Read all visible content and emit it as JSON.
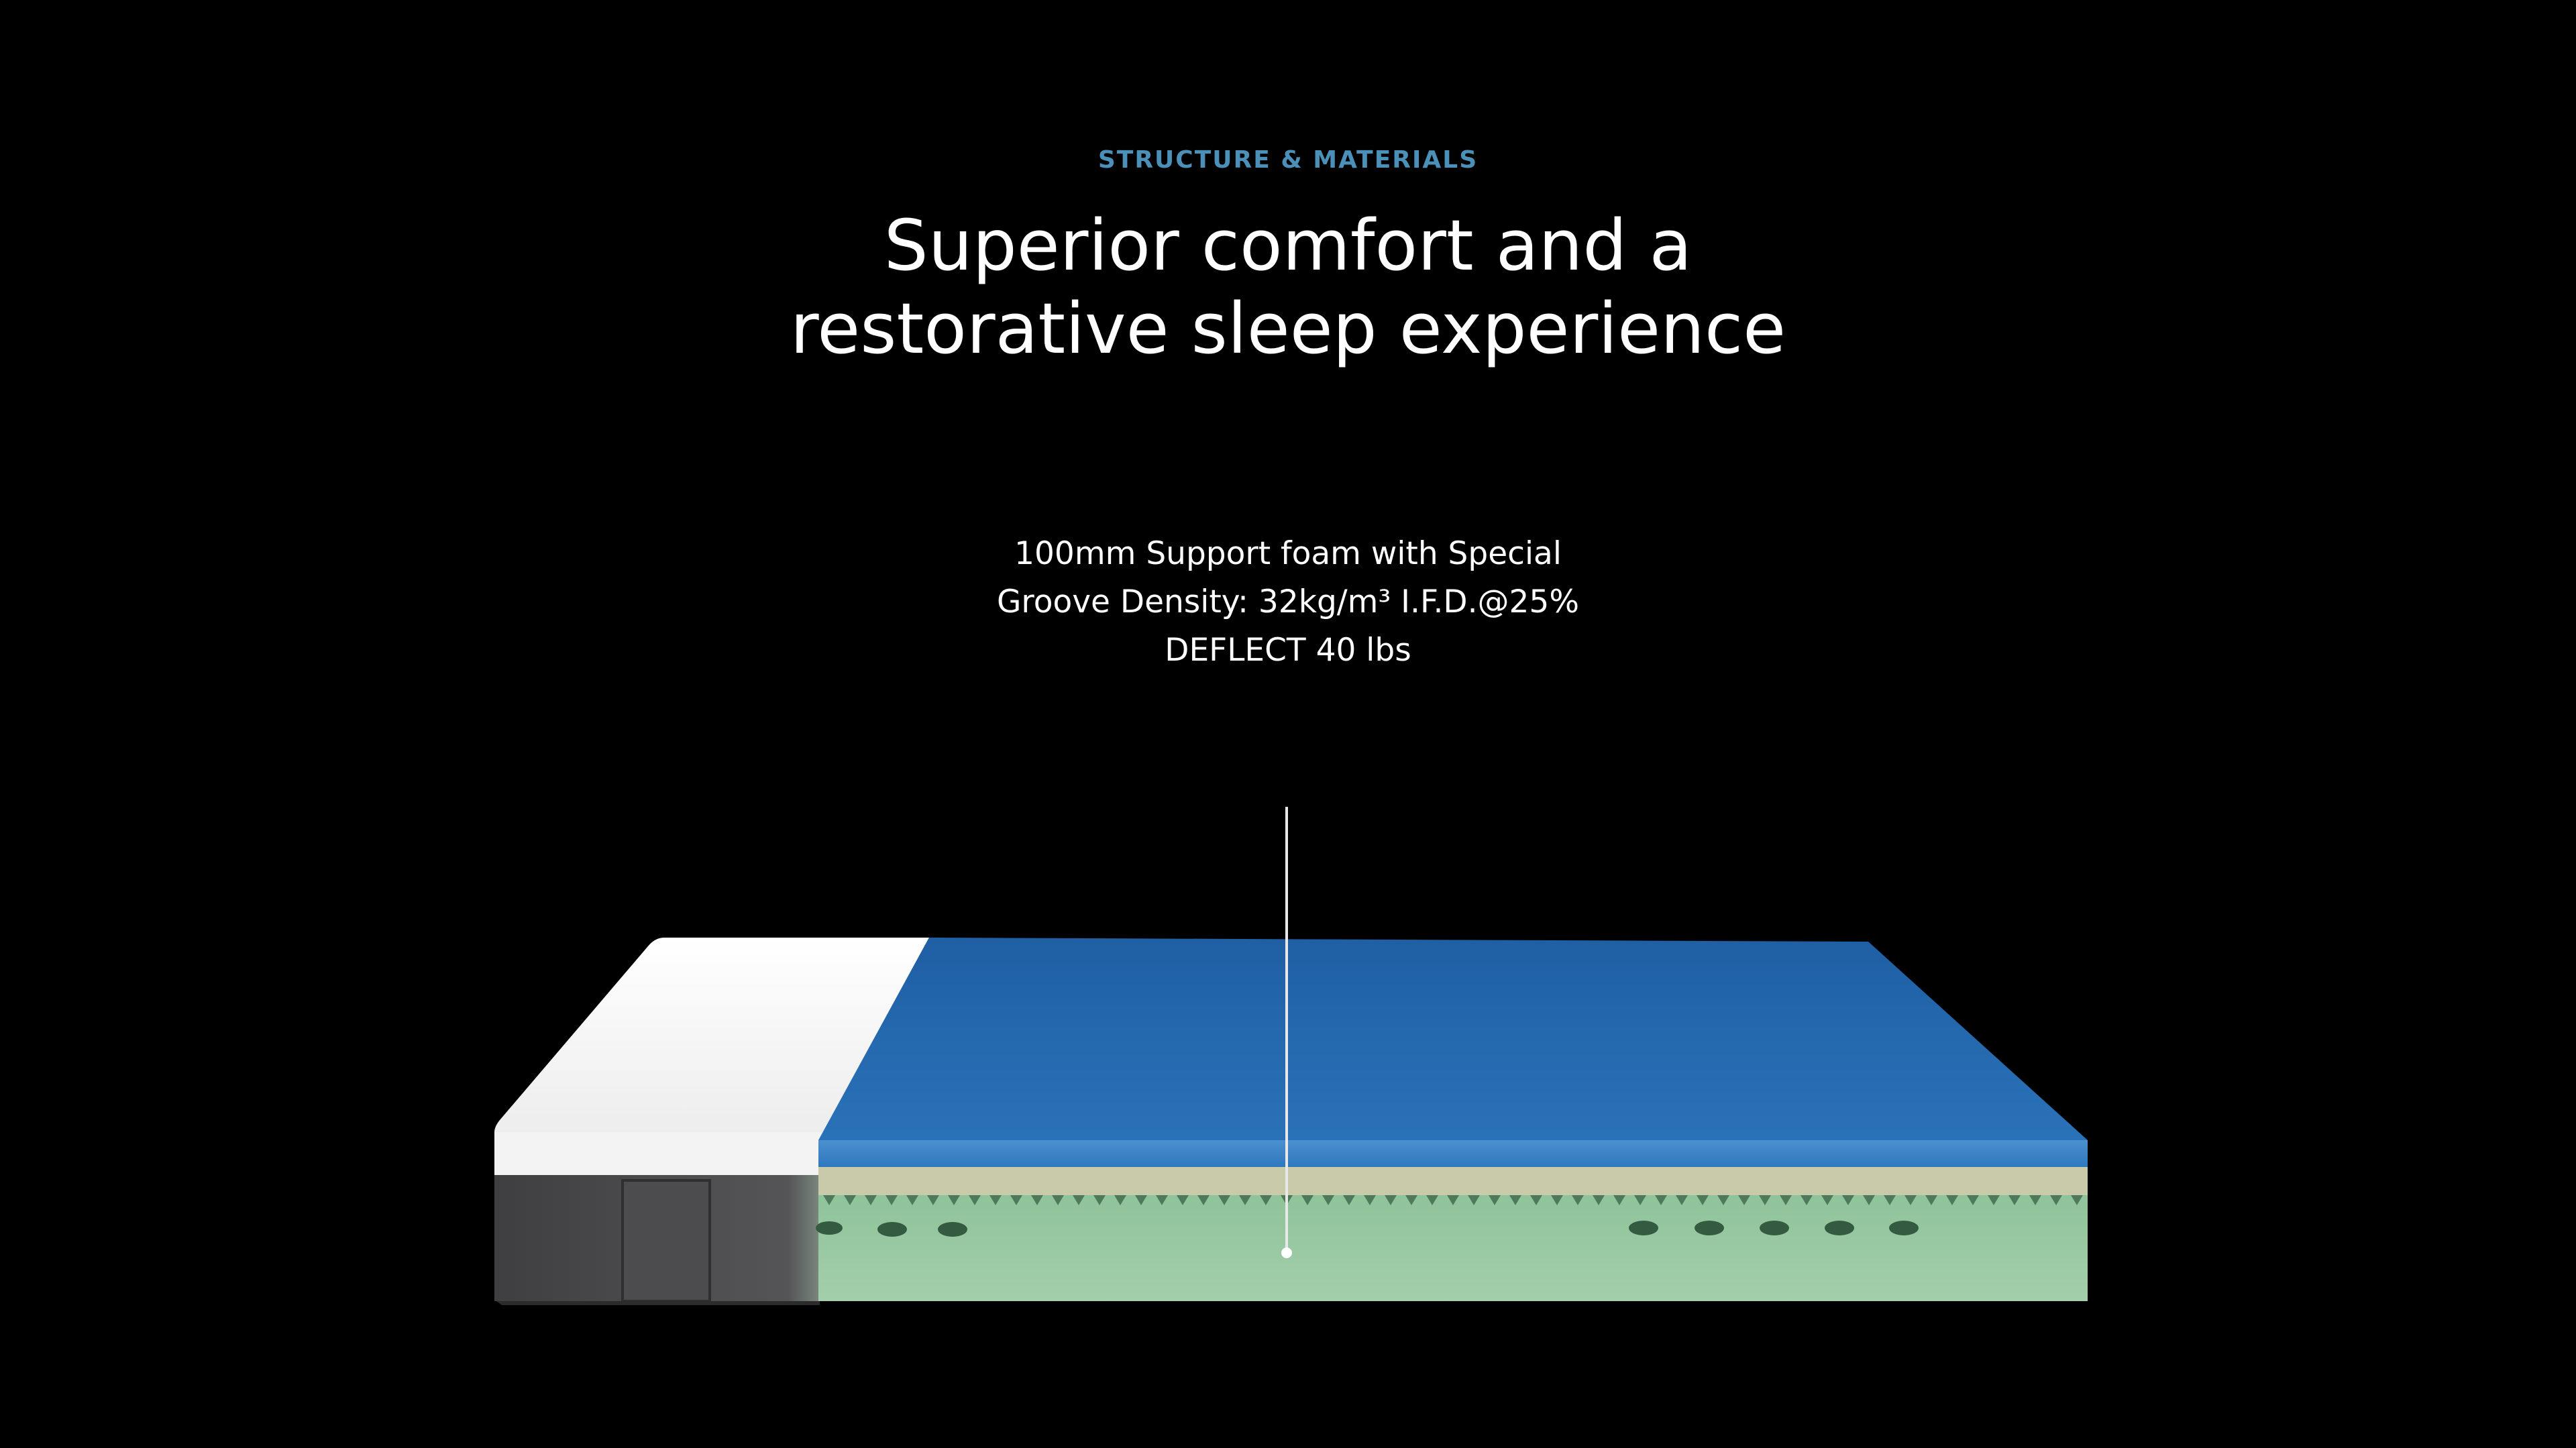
{
  "section": {
    "eyebrow": "STRUCTURE & MATERIALS",
    "headline_line1": "Superior comfort and a",
    "headline_line2": "restorative sleep experience"
  },
  "callout": {
    "line1": "100mm Support foam with Special",
    "line2": "Groove Density: 32kg/m³ I.F.D.@25%",
    "line3": "DEFLECT 40 lbs"
  },
  "colors": {
    "background": "#000000",
    "eyebrow": "#4a90b8",
    "cover_white": "#f1f1f1",
    "cover_grey": "#4b4b4d",
    "comfort_blue": "#2369ab",
    "transition_beige": "#c8c9a8",
    "support_green": "#9bc9a2"
  }
}
